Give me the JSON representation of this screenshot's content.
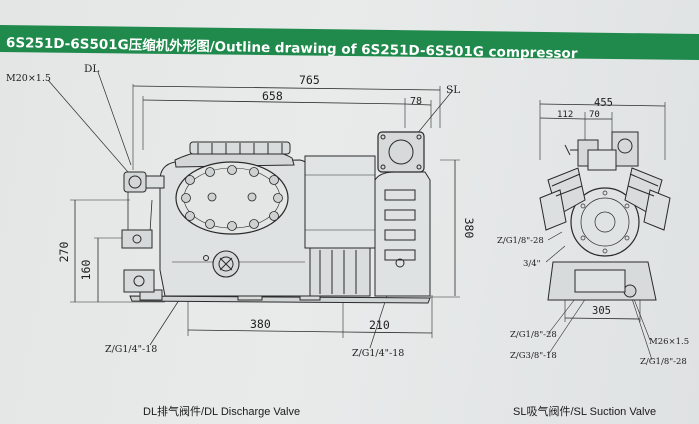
{
  "header": {
    "title": "6S251D-6S501G压缩机外形图/Outline  drawing of 6S251D-6S501G compressor",
    "band_color": "#1f8a4c"
  },
  "left_view": {
    "dims": {
      "d765": "765",
      "d658": "658",
      "d78": "78",
      "d380_v": "380",
      "d270": "270",
      "d160": "160",
      "d380_h": "380",
      "d210": "210"
    },
    "labels": {
      "m20": "M20×1.5",
      "dl": "DL",
      "sl": "SL",
      "zg_left": "Z/G1/4\"-18",
      "zg_right": "Z/G1/4\"-18"
    },
    "caption": "DL排气阀件/DL Discharge Valve"
  },
  "right_view": {
    "dims": {
      "d455": "455",
      "d112": "112",
      "d70": "70",
      "d305": "305"
    },
    "labels": {
      "zg18_28_left": "Z/G1/8\"-28",
      "three_quarter": "3/4\"",
      "zg18_28_bottom": "Z/G1/8\"-28",
      "zg38_18": "Z/G3/8\"-18",
      "m26": "M26×1.5",
      "zg18_28_right": "Z/G1/8\"-28"
    },
    "caption": "SL吸气阀件/SL Suction Valve"
  }
}
